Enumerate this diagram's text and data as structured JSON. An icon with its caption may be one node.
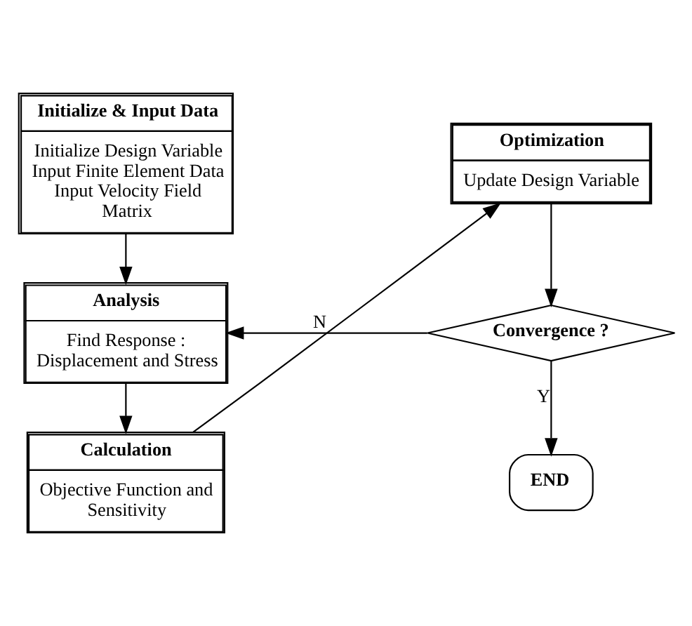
{
  "diagram": {
    "nodes": [
      {
        "text": [
          "Initialize & Input Data",
          "Initialize Design Variable Input Finite Element Data Input Velocity Field Matrix"
        ]
      },
      {
        "text": [
          "Analysis",
          "Find Response : Displacement and Stress"
        ]
      },
      {
        "text": [
          "Calculation",
          "Objective Function and Sensitivity"
        ]
      },
      {
        "text": [
          "Optimization",
          "Update Design Variable"
        ]
      },
      {
        "text": [
          "Convergence ?"
        ]
      },
      {
        "text": [
          "END"
        ]
      }
    ],
    "edges": [
      {
        "from": 0,
        "to": 1,
        "arrow": "to"
      },
      {
        "from": 1,
        "to": 2,
        "arrow": "to"
      },
      {
        "from": 2,
        "to": 3,
        "arrow": "to"
      },
      {
        "from": 3,
        "to": 4,
        "arrow": "to"
      },
      {
        "from": 4,
        "to": 5,
        "arrow": "to",
        "label": "Y"
      },
      {
        "from": 4,
        "to": 1,
        "arrow": "to",
        "label": "N"
      }
    ]
  }
}
